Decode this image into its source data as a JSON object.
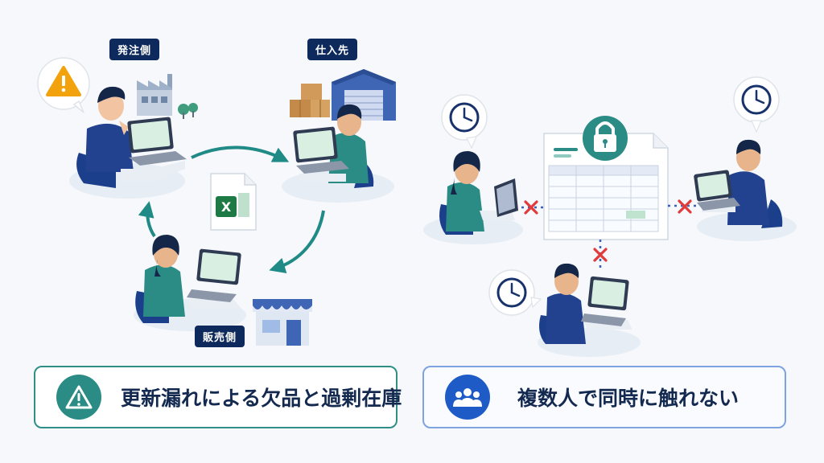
{
  "diagram": {
    "left_scene": {
      "roles": {
        "ordering": "発注側",
        "supplier": "仕入先",
        "sales": "販売側"
      },
      "file_icon": "excel-file-icon",
      "alert_icon": "warning-icon"
    },
    "right_scene": {
      "shared_sheet_icon": "lock-icon",
      "clock_icon": "clock-icon",
      "blocked_icon": "x-mark-icon"
    }
  },
  "captions": {
    "left": {
      "icon": "warning-icon",
      "text": "更新漏れによる欠品と過剰在庫"
    },
    "right": {
      "icon": "group-icon",
      "text": "複数人で同時に触れない"
    }
  },
  "colors": {
    "navy": "#0e2a5c",
    "teal": "#2a8c84",
    "blue": "#1f5bc6",
    "warning": "#f2a20c",
    "excel": "#1e7a45",
    "red_x": "#e23a3a"
  }
}
